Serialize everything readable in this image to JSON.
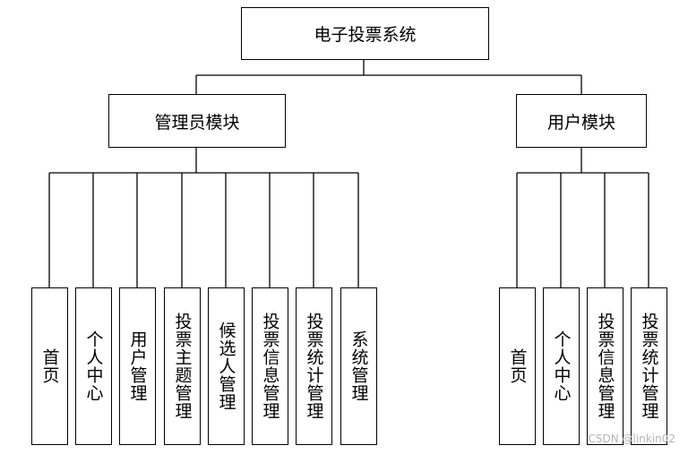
{
  "root": {
    "label": "电子投票系统"
  },
  "modules": [
    {
      "label": "管理员模块",
      "children": [
        "首页",
        "个人中心",
        "用户管理",
        "投票主题管理",
        "候选人管理",
        "投票信息管理",
        "投票统计管理",
        "系统管理"
      ]
    },
    {
      "label": "用户模块",
      "children": [
        "首页",
        "个人中心",
        "投票信息管理",
        "投票统计管理"
      ]
    }
  ],
  "watermark": "CSDN @linkin02"
}
